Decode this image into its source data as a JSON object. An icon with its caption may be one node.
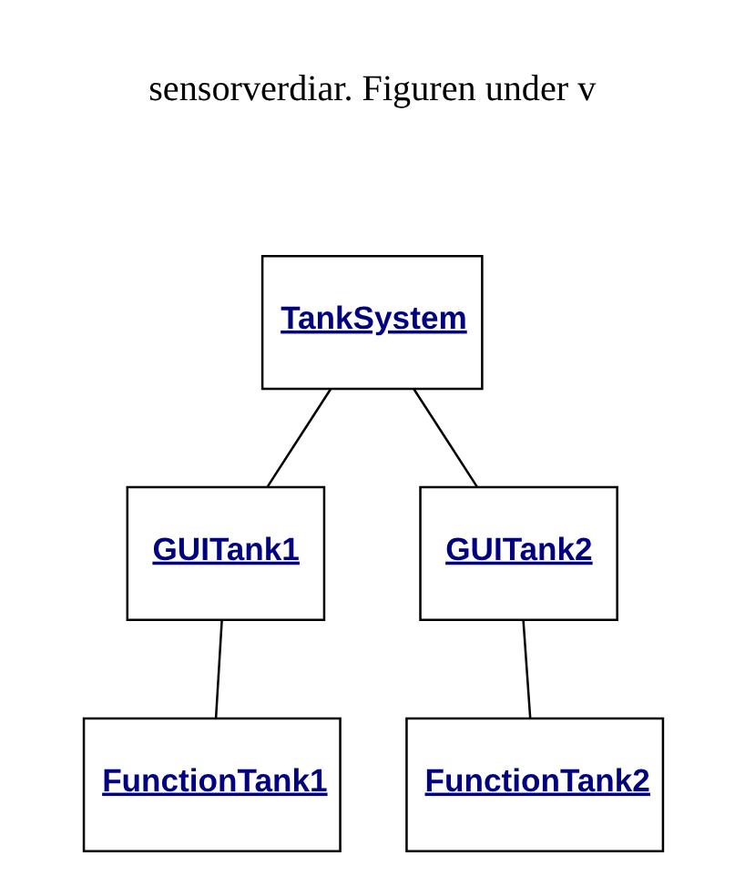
{
  "diagram": {
    "nodes": [
      {
        "text": [
          "TankSystem"
        ]
      },
      {
        "text": [
          "GUITank1"
        ]
      },
      {
        "text": [
          "GUITank2"
        ]
      },
      {
        "text": [
          "FunctionTank1"
        ]
      },
      {
        "text": [
          "FunctionTank2"
        ]
      }
    ],
    "edges": [
      {
        "from": 0,
        "to": 1,
        "arrow": "none"
      },
      {
        "from": 0,
        "to": 2,
        "arrow": "none"
      },
      {
        "from": 1,
        "to": 3,
        "arrow": "none"
      },
      {
        "from": 2,
        "to": 4,
        "arrow": "none"
      }
    ],
    "labels": [
      "sensorverdiar. Figuren under v"
    ]
  }
}
